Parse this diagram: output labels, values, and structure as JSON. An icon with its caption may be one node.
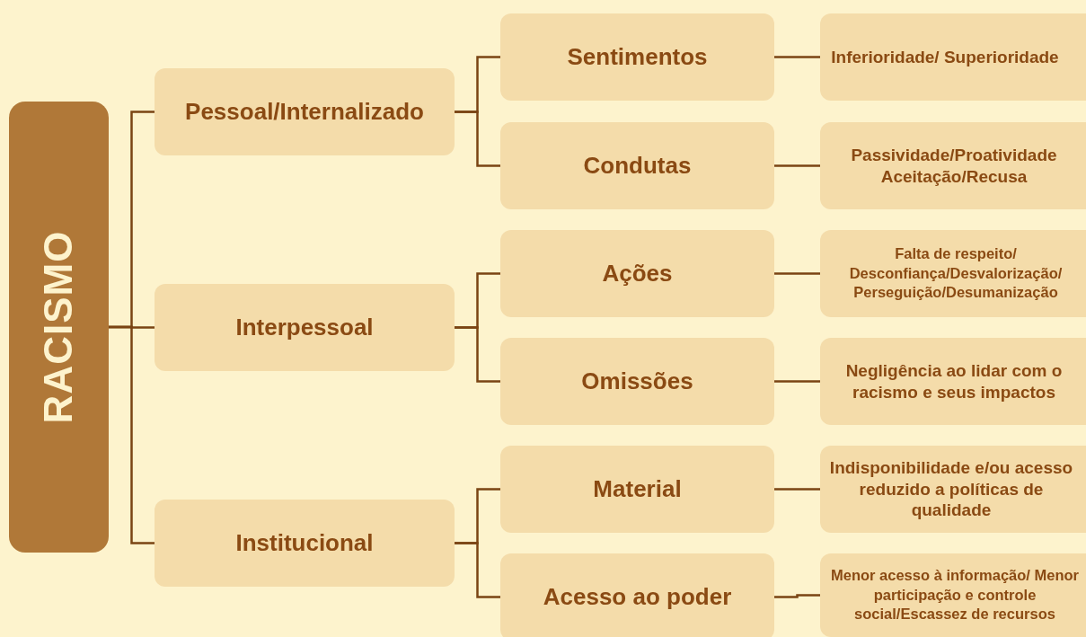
{
  "diagram": {
    "nodes": [
      {
        "text": [
          "RACISMO"
        ]
      },
      {
        "text": [
          "Pessoal/Internalizado"
        ]
      },
      {
        "text": [
          "Sentimentos"
        ]
      },
      {
        "text": [
          "Inferioridade/ Superioridade"
        ]
      },
      {
        "text": [
          "Condutas"
        ]
      },
      {
        "text": [
          "Passividade/Proatividade Aceitação/Recusa"
        ]
      },
      {
        "text": [
          "Interpessoal"
        ]
      },
      {
        "text": [
          "Ações"
        ]
      },
      {
        "text": [
          "Falta de respeito/ Desconfiança/Desvalorização/ Perseguição/Desumanização"
        ]
      },
      {
        "text": [
          "Omissões"
        ]
      },
      {
        "text": [
          "Negligência ao lidar com o racismo e seus impactos"
        ]
      },
      {
        "text": [
          "Institucional"
        ]
      },
      {
        "text": [
          "Material"
        ]
      },
      {
        "text": [
          "Indisponibilidade e/ou acesso reduzido a políticas de qualidade"
        ]
      },
      {
        "text": [
          "Acesso ao poder"
        ]
      },
      {
        "text": [
          "Menor acesso à informação/ Menor participação e controle social/Escassez de recursos"
        ]
      }
    ],
    "edges": [
      {
        "from": 0,
        "to": 1,
        "arrow": "none"
      },
      {
        "from": 0,
        "to": 6,
        "arrow": "none"
      },
      {
        "from": 0,
        "to": 11,
        "arrow": "none"
      },
      {
        "from": 1,
        "to": 2,
        "arrow": "none"
      },
      {
        "from": 1,
        "to": 4,
        "arrow": "none"
      },
      {
        "from": 2,
        "to": 3,
        "arrow": "none"
      },
      {
        "from": 4,
        "to": 5,
        "arrow": "none"
      },
      {
        "from": 6,
        "to": 7,
        "arrow": "none"
      },
      {
        "from": 6,
        "to": 9,
        "arrow": "none"
      },
      {
        "from": 7,
        "to": 8,
        "arrow": "none"
      },
      {
        "from": 9,
        "to": 10,
        "arrow": "none"
      },
      {
        "from": 11,
        "to": 12,
        "arrow": "none"
      },
      {
        "from": 11,
        "to": 14,
        "arrow": "none"
      },
      {
        "from": 12,
        "to": 13,
        "arrow": "none"
      },
      {
        "from": 14,
        "to": 15,
        "arrow": "none"
      }
    ]
  }
}
